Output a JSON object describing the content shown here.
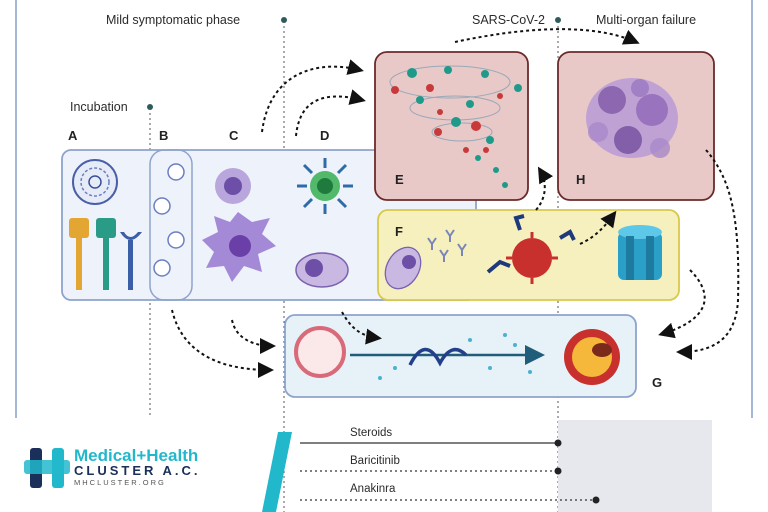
{
  "phases": {
    "incubation": "Incubation",
    "mild": "Mild symptomatic phase",
    "virus": "SARS-CoV-2",
    "failure": "Multi-organ failure"
  },
  "panels": {
    "A": "A",
    "B": "B",
    "C": "C",
    "D": "D",
    "E": "E",
    "F": "F",
    "G": "G",
    "H": "H"
  },
  "treatments": [
    "Steroids",
    "Baricitinib",
    "Anakinra"
  ],
  "logo": {
    "title": "Medical+Health",
    "subtitle": "CLUSTER A.C.",
    "url": "MHCLUSTER.ORG"
  },
  "colors": {
    "blue_box": "#8ea3cc",
    "yellow_box": "#f6f0bf",
    "pink_box": "#e8c9c8",
    "teal_logo": "#22b8cc",
    "navy_logo": "#1a2f5a"
  }
}
